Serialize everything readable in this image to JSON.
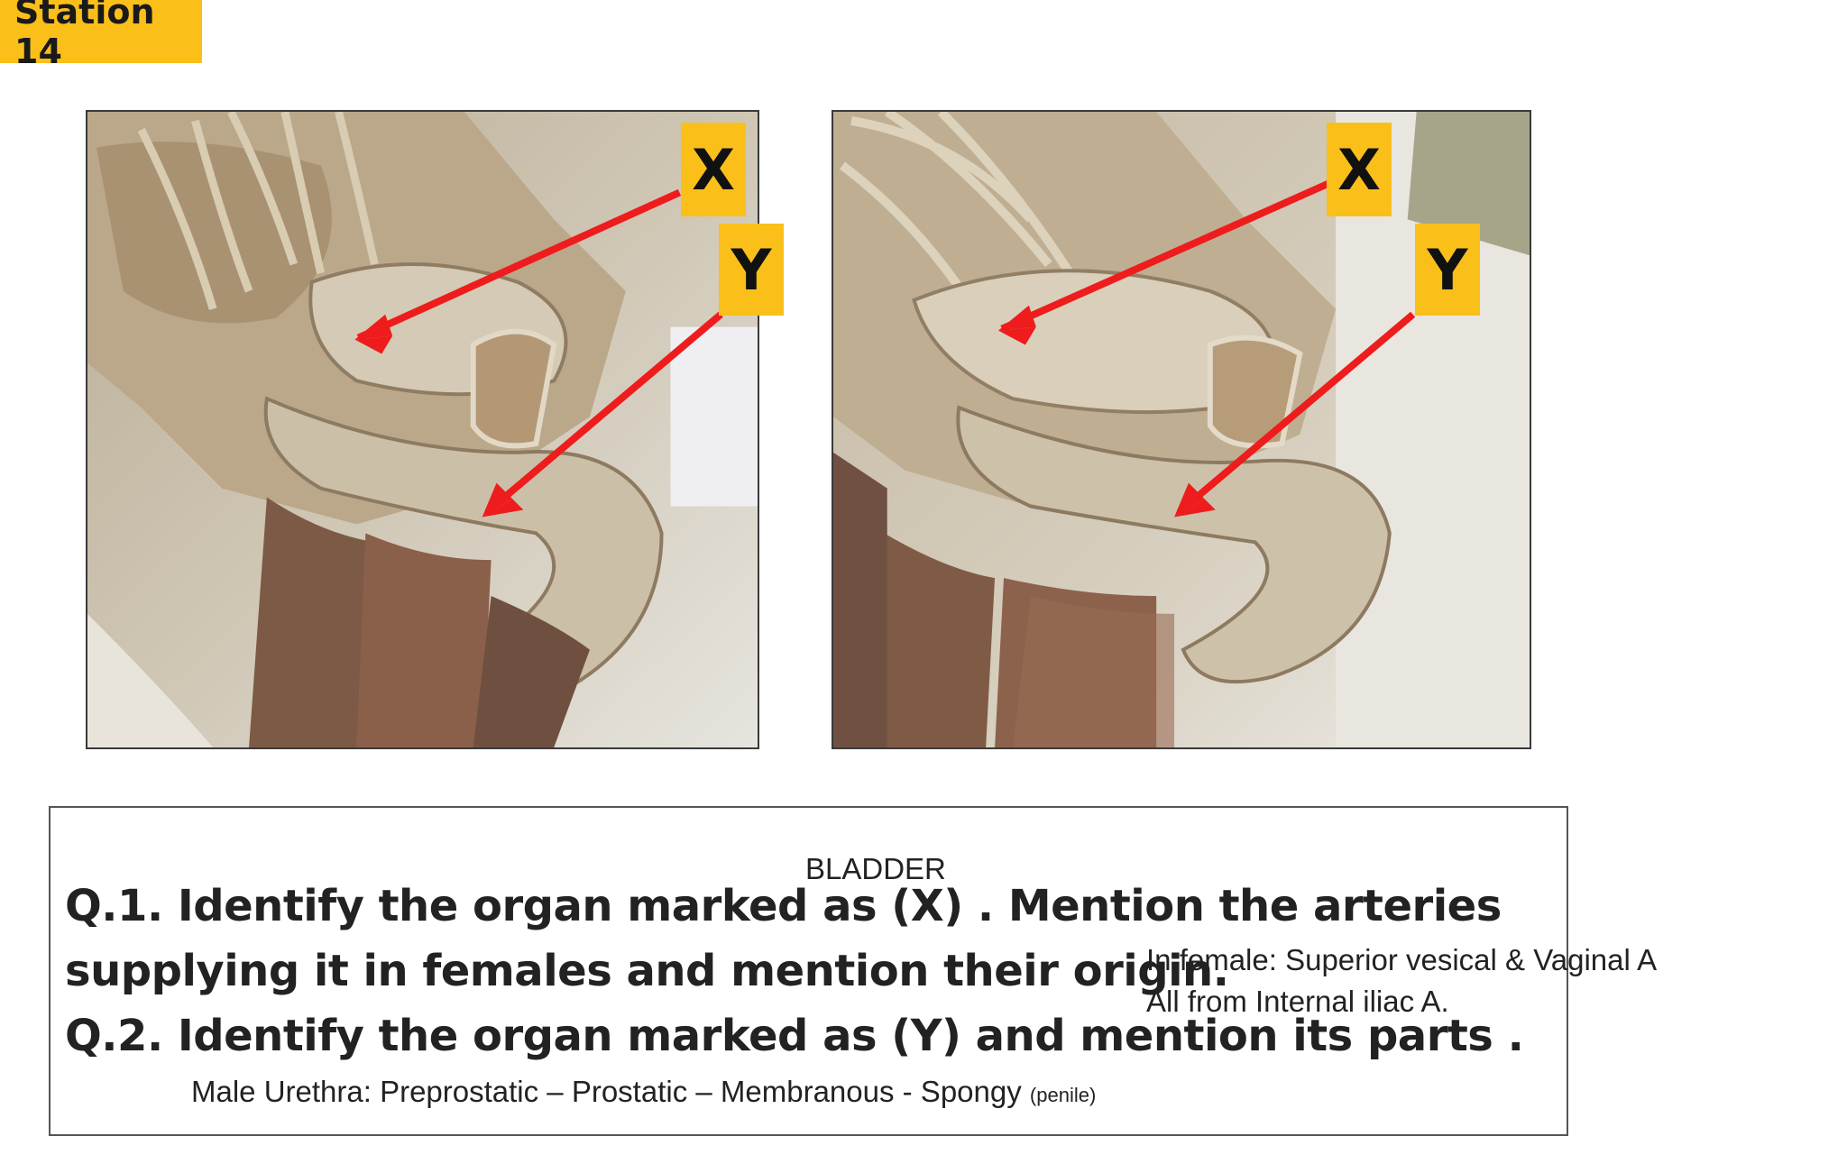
{
  "station_label": "Station 14",
  "markers": {
    "x": "X",
    "y": "Y"
  },
  "colors": {
    "badge": "#fbbf1a",
    "arrow": "#ee1c1c"
  },
  "questions": {
    "q1_line1": "Q.1.  Identify the organ marked as (X) . Mention the arteries",
    "q1_line2": "supplying it in females and mention their origin.",
    "q2": "Q.2.  Identify the organ marked as (Y) and mention its parts ."
  },
  "answers": {
    "x_label": "BLADDER",
    "female_arteries": "In female: Superior vesical & Vaginal A",
    "origin": "All from Internal iliac A.",
    "urethra_main": "Male Urethra:   Preprostatic – Prostatic – Membranous - Spongy ",
    "urethra_small": "(penile)"
  }
}
